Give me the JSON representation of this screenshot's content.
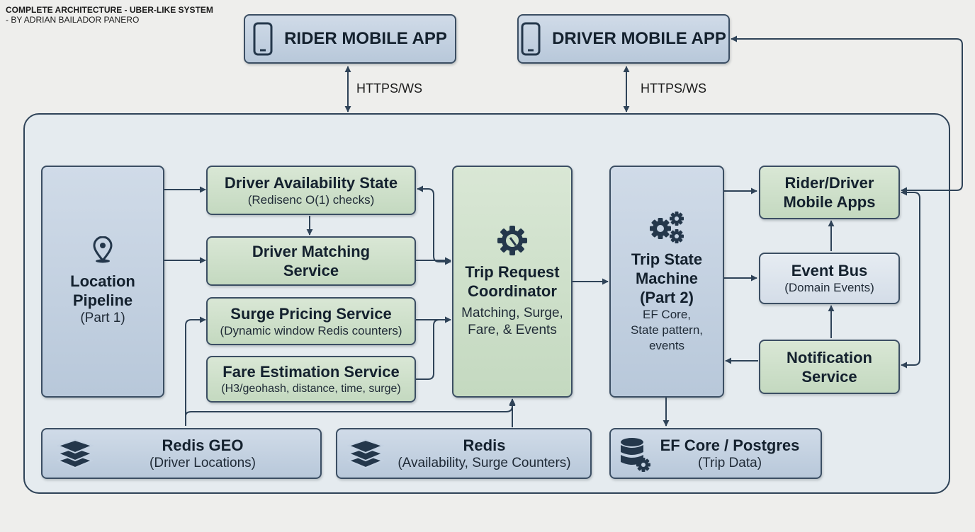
{
  "heading": {
    "title": "COMPLETE ARCHITECTURE - UBER-LIKE SYSTEM",
    "byline": "- BY ADRIAN BAILADOR PANERO"
  },
  "clients": {
    "rider_app": "RIDER MOBILE APP",
    "driver_app": "DRIVER MOBILE APP",
    "rider_protocol": "HTTPS/WS",
    "driver_protocol": "HTTPS/WS"
  },
  "location_pipeline": {
    "title_line1": "Location",
    "title_line2": "Pipeline",
    "part": "(Part 1)"
  },
  "driver_availability": {
    "title": "Driver Availability State",
    "subtitle": "(Redisenc O(1) checks)"
  },
  "driver_matching": {
    "title_line1": "Driver Matching",
    "title_line2": "Service"
  },
  "surge_pricing": {
    "title": "Surge Pricing Service",
    "subtitle": "(Dynamic window Redis counters)"
  },
  "fare_estimation": {
    "title": "Fare Estimation Service",
    "subtitle": "(H3/geohash, distance, time, surge)"
  },
  "trip_request": {
    "title_line1": "Trip Request",
    "title_line2": "Coordinator",
    "desc_line1": "Matching, Surge,",
    "desc_line2": "Fare, & Events"
  },
  "trip_state": {
    "title_line1": "Trip State",
    "title_line2": "Machine",
    "title_line3": "(Part 2)",
    "desc_line1": "EF Core,",
    "desc_line2": "State pattern,",
    "desc_line3": "events"
  },
  "rider_driver_apps": {
    "title_line1": "Rider/Driver",
    "title_line2": "Mobile Apps"
  },
  "event_bus": {
    "title": "Event Bus",
    "subtitle": "(Domain Events)"
  },
  "notification": {
    "title_line1": "Notification",
    "title_line2": "Service"
  },
  "redis_geo": {
    "title": "Redis GEO",
    "subtitle": "(Driver Locations)"
  },
  "redis": {
    "title": "Redis",
    "subtitle": "(Availability, Surge Counters)"
  },
  "postgres": {
    "title": "EF Core / Postgres",
    "subtitle": "(Trip Data)"
  },
  "colors": {
    "outline": "#2f4358",
    "blue_box": "#c4d2e2",
    "green_box": "#cde0c9",
    "background": "#eeeeec"
  },
  "icons": [
    "phone-icon",
    "map-pin-icon",
    "gear-icon",
    "gears-icon",
    "layers-icon",
    "database-gear-icon"
  ]
}
